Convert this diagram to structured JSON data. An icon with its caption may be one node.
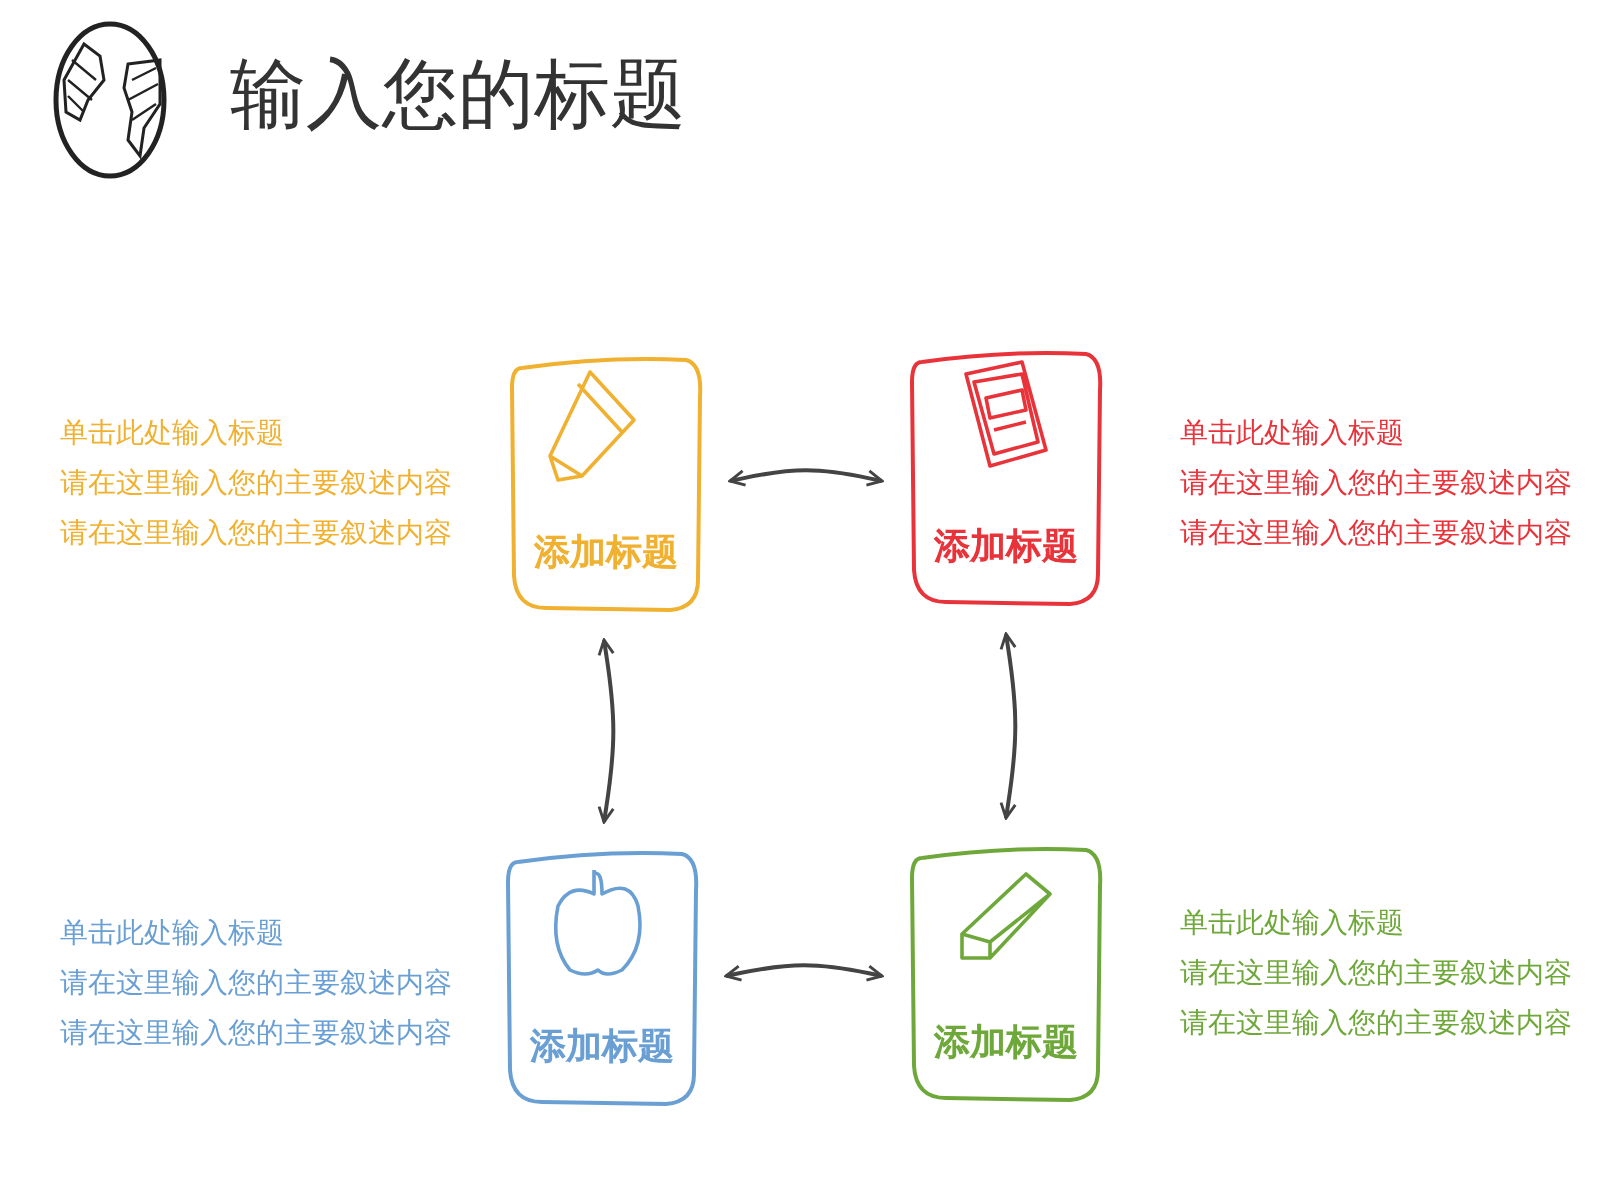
{
  "diagram": {
    "title": "输入您的标题",
    "nodes": [
      {
        "text": [
          "添加标题"
        ],
        "beside": [
          "单击此处输入标题",
          "请在这里输入您的主要叙述内容",
          "请在这里输入您的主要叙述内容"
        ]
      },
      {
        "text": [
          "添加标题"
        ],
        "beside": [
          "单击此处输入标题",
          "请在这里输入您的主要叙述内容",
          "请在这里输入您的主要叙述内容"
        ]
      },
      {
        "text": [
          "添加标题"
        ],
        "beside": [
          "单击此处输入标题",
          "请在这里输入您的主要叙述内容",
          "请在这里输入您的主要叙述内容"
        ]
      },
      {
        "text": [
          "添加标题"
        ],
        "beside": [
          "单击此处输入标题",
          "请在这里输入您的主要叙述内容",
          "请在这里输入您的主要叙述内容"
        ]
      }
    ],
    "edges": [
      {
        "from": 0,
        "to": 1,
        "arrow": "both"
      },
      {
        "from": 0,
        "to": 2,
        "arrow": "both"
      },
      {
        "from": 1,
        "to": 3,
        "arrow": "both"
      },
      {
        "from": 2,
        "to": 3,
        "arrow": "both"
      }
    ]
  }
}
